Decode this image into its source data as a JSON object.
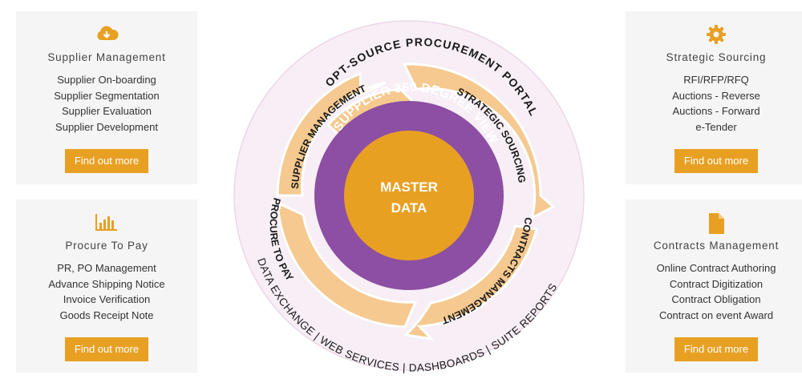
{
  "cards": [
    {
      "title": "Supplier Management",
      "icon": "cloud-download-icon",
      "items": [
        "Supplier On-boarding",
        "Supplier Segmentation",
        "Supplier Evaluation",
        "Supplier Development"
      ],
      "button": "Find out more"
    },
    {
      "title": "Procure To Pay",
      "icon": "bar-chart-icon",
      "items": [
        "PR, PO Management",
        "Advance Shipping Notice",
        "Invoice Verification",
        "Goods Receipt Note"
      ],
      "button": "Find out more"
    },
    {
      "title": "Strategic Sourcing",
      "icon": "gear-icon",
      "items": [
        "RFI/RFP/RFQ",
        "Auctions - Reverse",
        "Auctions - Forward",
        "e-Tender"
      ],
      "button": "Find out more"
    },
    {
      "title": "Contracts Management",
      "icon": "document-icon",
      "items": [
        "Online Contract Authoring",
        "Contract Digitization",
        "Contract Obligation",
        "Contract on event Award"
      ],
      "button": "Find out more"
    }
  ],
  "diagram": {
    "portal_title": "OPT-SOURCE PROCUREMENT PORTAL",
    "bottom_text": "DATA EXCHANGE  |  WEB SERVICES  |  DASHBOARDS  |  SUITE REPORTS",
    "segments": {
      "supplier_management": "SUPPLIER MANAGEMENT",
      "strategic_sourcing": "STRATEGIC SOURCING",
      "contracts_management": "CONTRACTS MANAGEMENT",
      "procure_to_pay": "PROCURE TO PAY"
    },
    "view_title": "SUPPLIER 360 DEGREE VIEW",
    "center_line1": "MASTER",
    "center_line2": "DATA",
    "colors": {
      "outer_bg": "#f8eef6",
      "outer_border": "#ead7e7",
      "segment": "#f5c98f",
      "purple": "#8c4fa3",
      "center": "#e8a023",
      "accent": "#e8a023"
    }
  }
}
